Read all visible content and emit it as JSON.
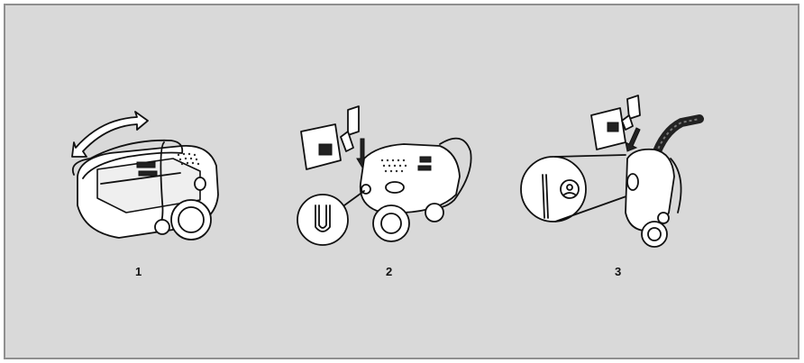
{
  "steps": [
    {
      "label": "1"
    },
    {
      "label": "2"
    },
    {
      "label": "3"
    }
  ],
  "colors": {
    "background": "#d9d9d9",
    "border": "#8f8f8f",
    "line": "#111111",
    "fill": "#ffffff"
  }
}
